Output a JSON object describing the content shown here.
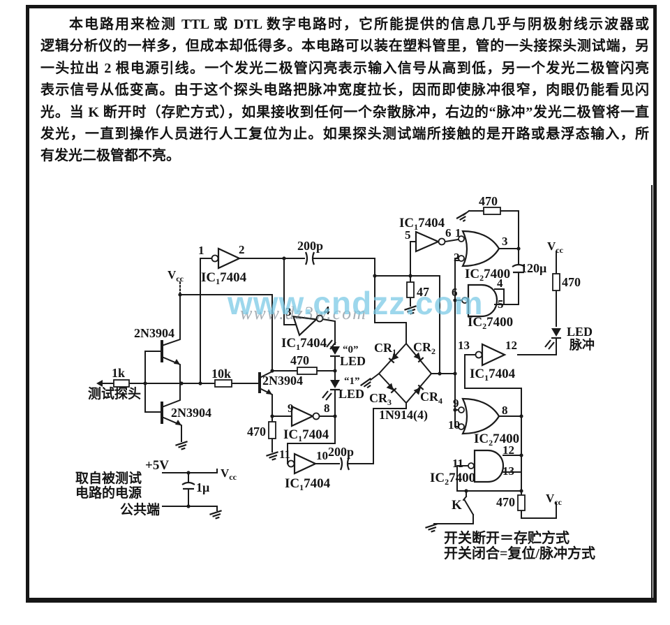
{
  "paragraph": {
    "lines": [
      "本电路用来检测 TTL 或 DTL 数字电路时，它所能提供的信息几乎与阴极射线示波器或",
      "逻辑分析仪的一样多，但成本却低得多。本电路可以装在塑料管里，管的一头接探头测试端，另",
      "一头拉出 2 根电源引线。一个发光二极管闪亮表示输入信号从高到低，另一个发光二极管闪亮",
      "表示信号从低变高。由于这个探头电路把脉冲宽度拉长，因而即使脉冲很窄，肉眼仍能看见闪",
      "光。当 K 断开时（存贮方式），如果接收到任何一个杂散脉冲，右边的“脉冲”发光二极管将一直",
      "发光，一直到操作人员进行人工复位为止。如果探头测试端所接触的是开路或悬浮态输入，所",
      "有发光二极管都不亮。"
    ]
  },
  "watermark": {
    "primary": "www.cndzz.com",
    "secondary": "www.dz3w.com"
  },
  "circuit": {
    "vcc": {
      "base": "V",
      "sub": "cc"
    },
    "ic1": {
      "base": "IC",
      "sub": "1",
      "num": "7404"
    },
    "ic2": {
      "base": "IC",
      "sub": "2",
      "num": "7400"
    },
    "cr": {
      "base": "CR",
      "s1": "1",
      "s2": "2",
      "s3": "3",
      "s4": "4"
    },
    "pins": {
      "p1": "1",
      "p2": "2",
      "p3": "3",
      "p4": "4",
      "p5": "5",
      "p6": "6",
      "p8": "8",
      "p9": "9",
      "p10": "10",
      "p11": "11",
      "p12": "12",
      "p13": "13"
    },
    "values": {
      "r470": "470",
      "r47": "47",
      "r1k": "1k",
      "r10k": "10k",
      "c200p": "200p",
      "c120u": "120μ",
      "c1u": "1μ",
      "transistor": "2N3904",
      "bridge": "1N914(4)",
      "supply": "+5V"
    },
    "labels": {
      "probe": "测试探头",
      "led": "LED",
      "led0": "“0”",
      "led1": "“1”",
      "pulse": "脉冲",
      "switch": "K",
      "supply1": "取自被测试",
      "supply2": "电路的电源",
      "common": "公共端",
      "note1": "开关断开＝存贮方式",
      "note2": "开关闭合=复位/脉冲方式"
    }
  }
}
